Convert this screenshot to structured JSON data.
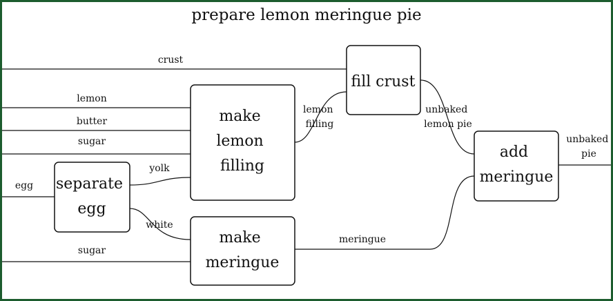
{
  "title": "prepare lemon meringue pie",
  "boxes": {
    "fill_crust": [
      "fill crust"
    ],
    "make_lemon_filling": [
      "make",
      "lemon",
      "filling"
    ],
    "separate_egg": [
      "separate",
      "egg"
    ],
    "make_meringue": [
      "make",
      "meringue"
    ],
    "add_meringue": [
      "add",
      "meringue"
    ]
  },
  "edges": {
    "crust": [
      "crust"
    ],
    "lemon": [
      "lemon"
    ],
    "butter": [
      "butter"
    ],
    "sugar_filling": [
      "sugar"
    ],
    "egg": [
      "egg"
    ],
    "yolk": [
      "yolk"
    ],
    "white": [
      "white"
    ],
    "sugar_meringue": [
      "sugar"
    ],
    "lemon_filling": [
      "lemon",
      "filling"
    ],
    "unbaked_lemon_pie": [
      "unbaked",
      "lemon pie"
    ],
    "meringue": [
      "meringue"
    ],
    "unbaked_pie": [
      "unbaked",
      "pie"
    ]
  }
}
